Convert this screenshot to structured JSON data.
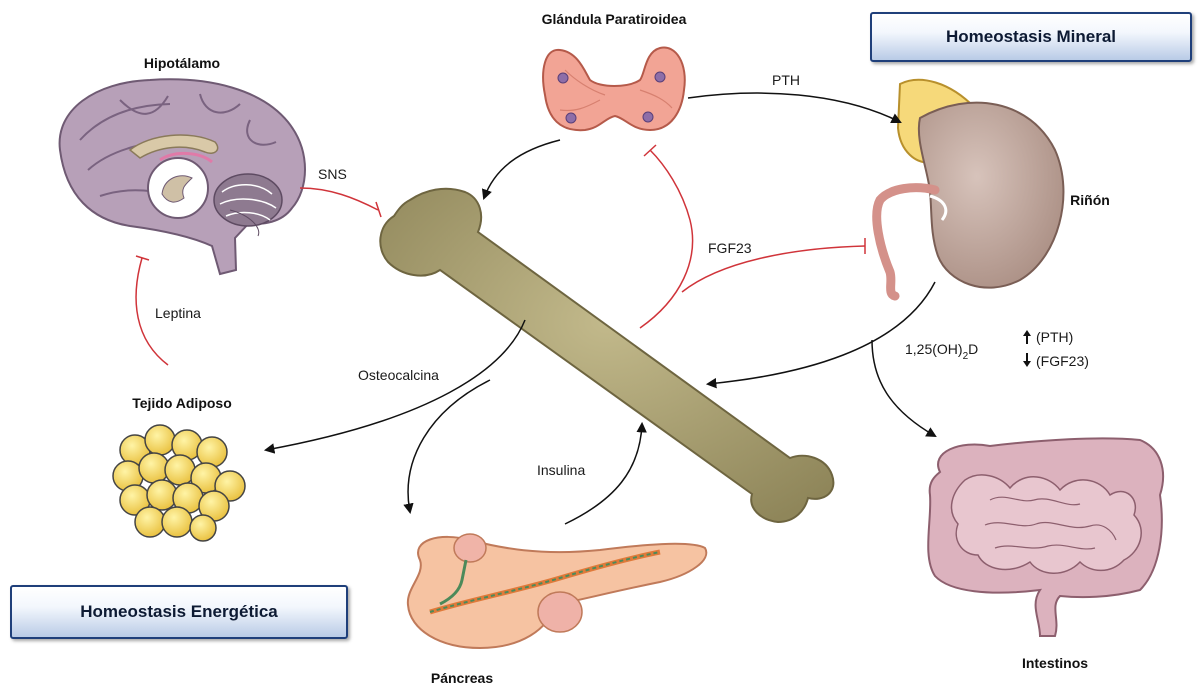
{
  "organs": {
    "hypothalamus": "Hipotálamo",
    "parathyroid": "Glándula Paratiroidea",
    "kidney": "Riñón",
    "adipose": "Tejido Adiposo",
    "pancreas": "Páncreas",
    "intestines": "Intestinos"
  },
  "sections": {
    "mineral": "Homeostasis Mineral",
    "energy": "Homeostasis Energética"
  },
  "signals": {
    "sns": "SNS",
    "pth": "PTH",
    "fgf23": "FGF23",
    "leptin": "Leptina",
    "osteocalcin": "Osteocalcina",
    "insulin": "Insulina",
    "vitd_prefix": "1,25(OH)",
    "vitd_sub": "2",
    "vitd_suffix": "D",
    "pth_up": "(PTH)",
    "fgf23_down": "(FGF23)"
  },
  "colors": {
    "stimulation_arrow": "#111111",
    "inhibition_line": "#d0343a",
    "bone": "#a39a6b",
    "box_border": "#1f3f7a"
  }
}
